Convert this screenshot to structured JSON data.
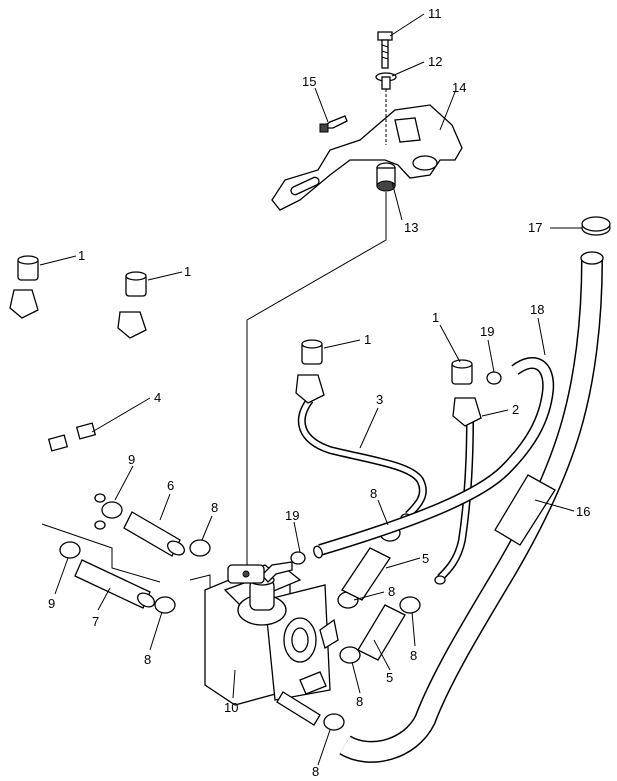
{
  "callouts": [
    {
      "id": "c11",
      "text": "11"
    },
    {
      "id": "c12",
      "text": "12"
    },
    {
      "id": "c15",
      "text": "15"
    },
    {
      "id": "c14",
      "text": "14"
    },
    {
      "id": "c13",
      "text": "13"
    },
    {
      "id": "c17",
      "text": "17"
    },
    {
      "id": "c1a",
      "text": "1"
    },
    {
      "id": "c1b",
      "text": "1"
    },
    {
      "id": "c1c",
      "text": "1"
    },
    {
      "id": "c1d",
      "text": "1"
    },
    {
      "id": "c19a",
      "text": "19"
    },
    {
      "id": "c18",
      "text": "18"
    },
    {
      "id": "c2",
      "text": "2"
    },
    {
      "id": "c4",
      "text": "4"
    },
    {
      "id": "c3",
      "text": "3"
    },
    {
      "id": "c9a",
      "text": "9"
    },
    {
      "id": "c6",
      "text": "6"
    },
    {
      "id": "c8a",
      "text": "8"
    },
    {
      "id": "c8b",
      "text": "8"
    },
    {
      "id": "c19b",
      "text": "19"
    },
    {
      "id": "c16",
      "text": "16"
    },
    {
      "id": "c5a",
      "text": "5"
    },
    {
      "id": "c9b",
      "text": "9"
    },
    {
      "id": "c7",
      "text": "7"
    },
    {
      "id": "c8c",
      "text": "8"
    },
    {
      "id": "c8d",
      "text": "8"
    },
    {
      "id": "c8e",
      "text": "8"
    },
    {
      "id": "c5b",
      "text": "5"
    },
    {
      "id": "c8f",
      "text": "8"
    },
    {
      "id": "c10",
      "text": "10"
    },
    {
      "id": "c8g",
      "text": "8"
    }
  ]
}
